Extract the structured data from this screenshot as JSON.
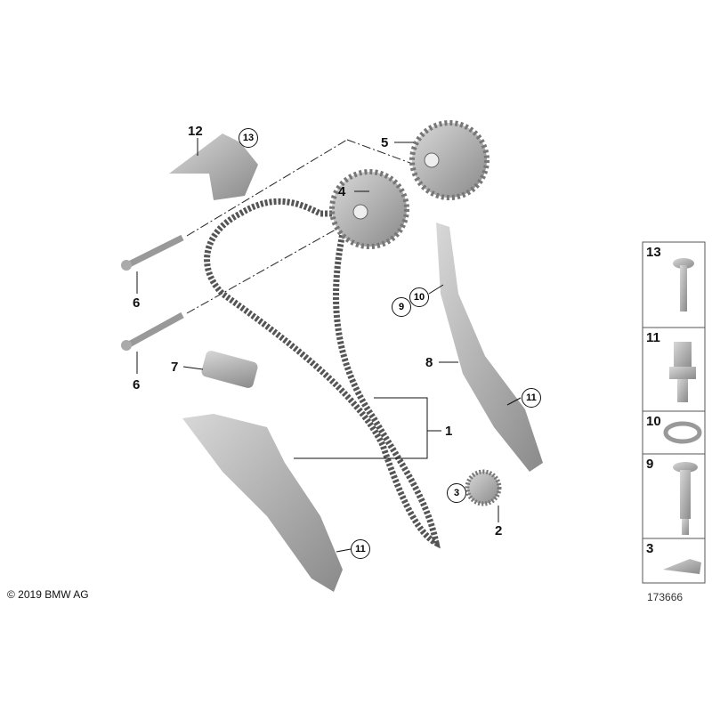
{
  "callouts": {
    "p1": "1",
    "p2": "2",
    "p3": "3",
    "p4": "4",
    "p5": "5",
    "p6a": "6",
    "p6b": "6",
    "p7": "7",
    "p8": "8",
    "p9": "9",
    "p10": "10",
    "p11a": "11",
    "p11b": "11",
    "p12": "12",
    "p13": "13"
  },
  "panel": [
    "13",
    "11",
    "10",
    "9",
    "3"
  ],
  "copyright": "© 2019 BMW AG",
  "diagram_number": "173666"
}
